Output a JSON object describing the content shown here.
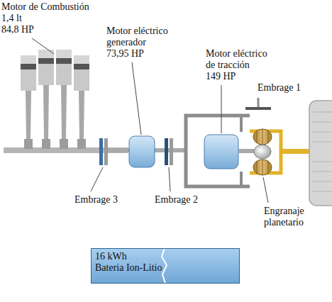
{
  "diagram": {
    "nodes": [
      {
        "text": [
          "16 kWh",
          "Bateria Ion-Litio"
        ]
      }
    ],
    "labels": [
      "Motor de Combustión",
      "1,4 lt",
      "84,8 HP",
      "Motor eléctrico generador",
      "73,95 HP",
      "Motor eléctrico de tracción",
      "149 HP",
      "Embrage 1",
      "Embrage 3",
      "Embrage 2",
      "Engranaje planetario"
    ]
  }
}
